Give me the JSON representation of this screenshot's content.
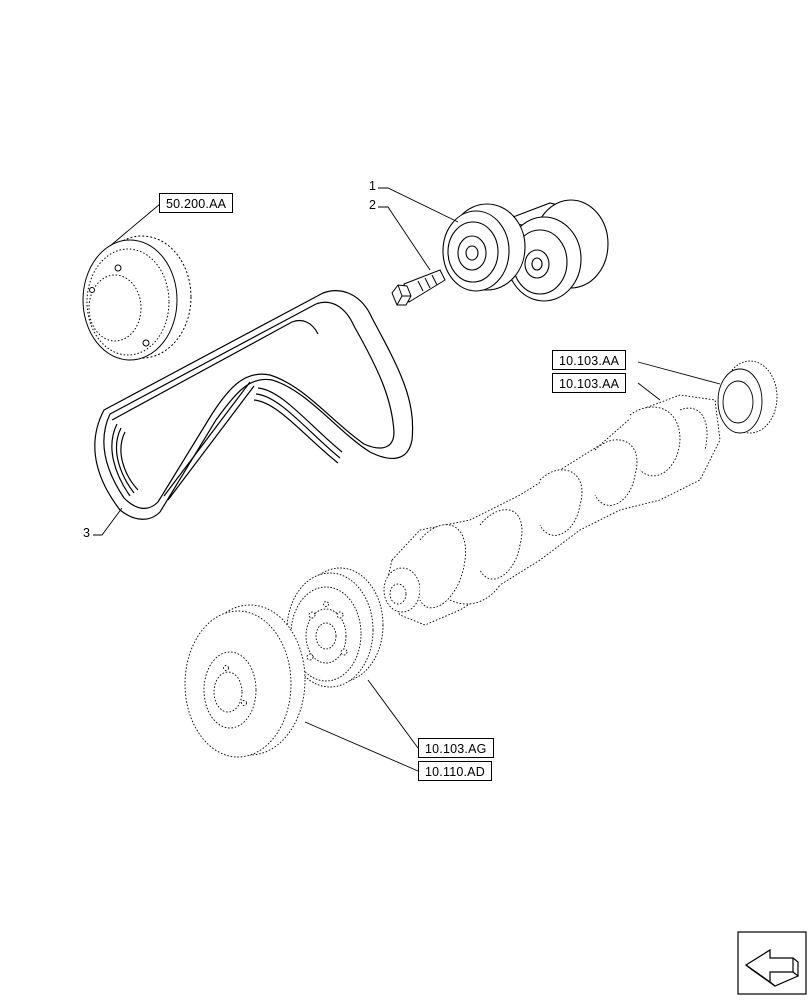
{
  "diagram": {
    "callouts": [
      {
        "id": "1",
        "label": "1"
      },
      {
        "id": "2",
        "label": "2"
      },
      {
        "id": "3",
        "label": "3"
      }
    ],
    "references": [
      {
        "id": "ref-ac-compressor",
        "label": "50.200.AA"
      },
      {
        "id": "ref-crank-gear",
        "label": "10.103.AA"
      },
      {
        "id": "ref-crankshaft",
        "label": "10.103.AA"
      },
      {
        "id": "ref-crank-pulley",
        "label": "10.103.AG"
      },
      {
        "id": "ref-damper",
        "label": "10.110.AD"
      }
    ]
  },
  "navigation": {
    "icon": "previous-page-arrow-icon"
  },
  "colors": {
    "line": "#000000",
    "background": "#ffffff"
  }
}
